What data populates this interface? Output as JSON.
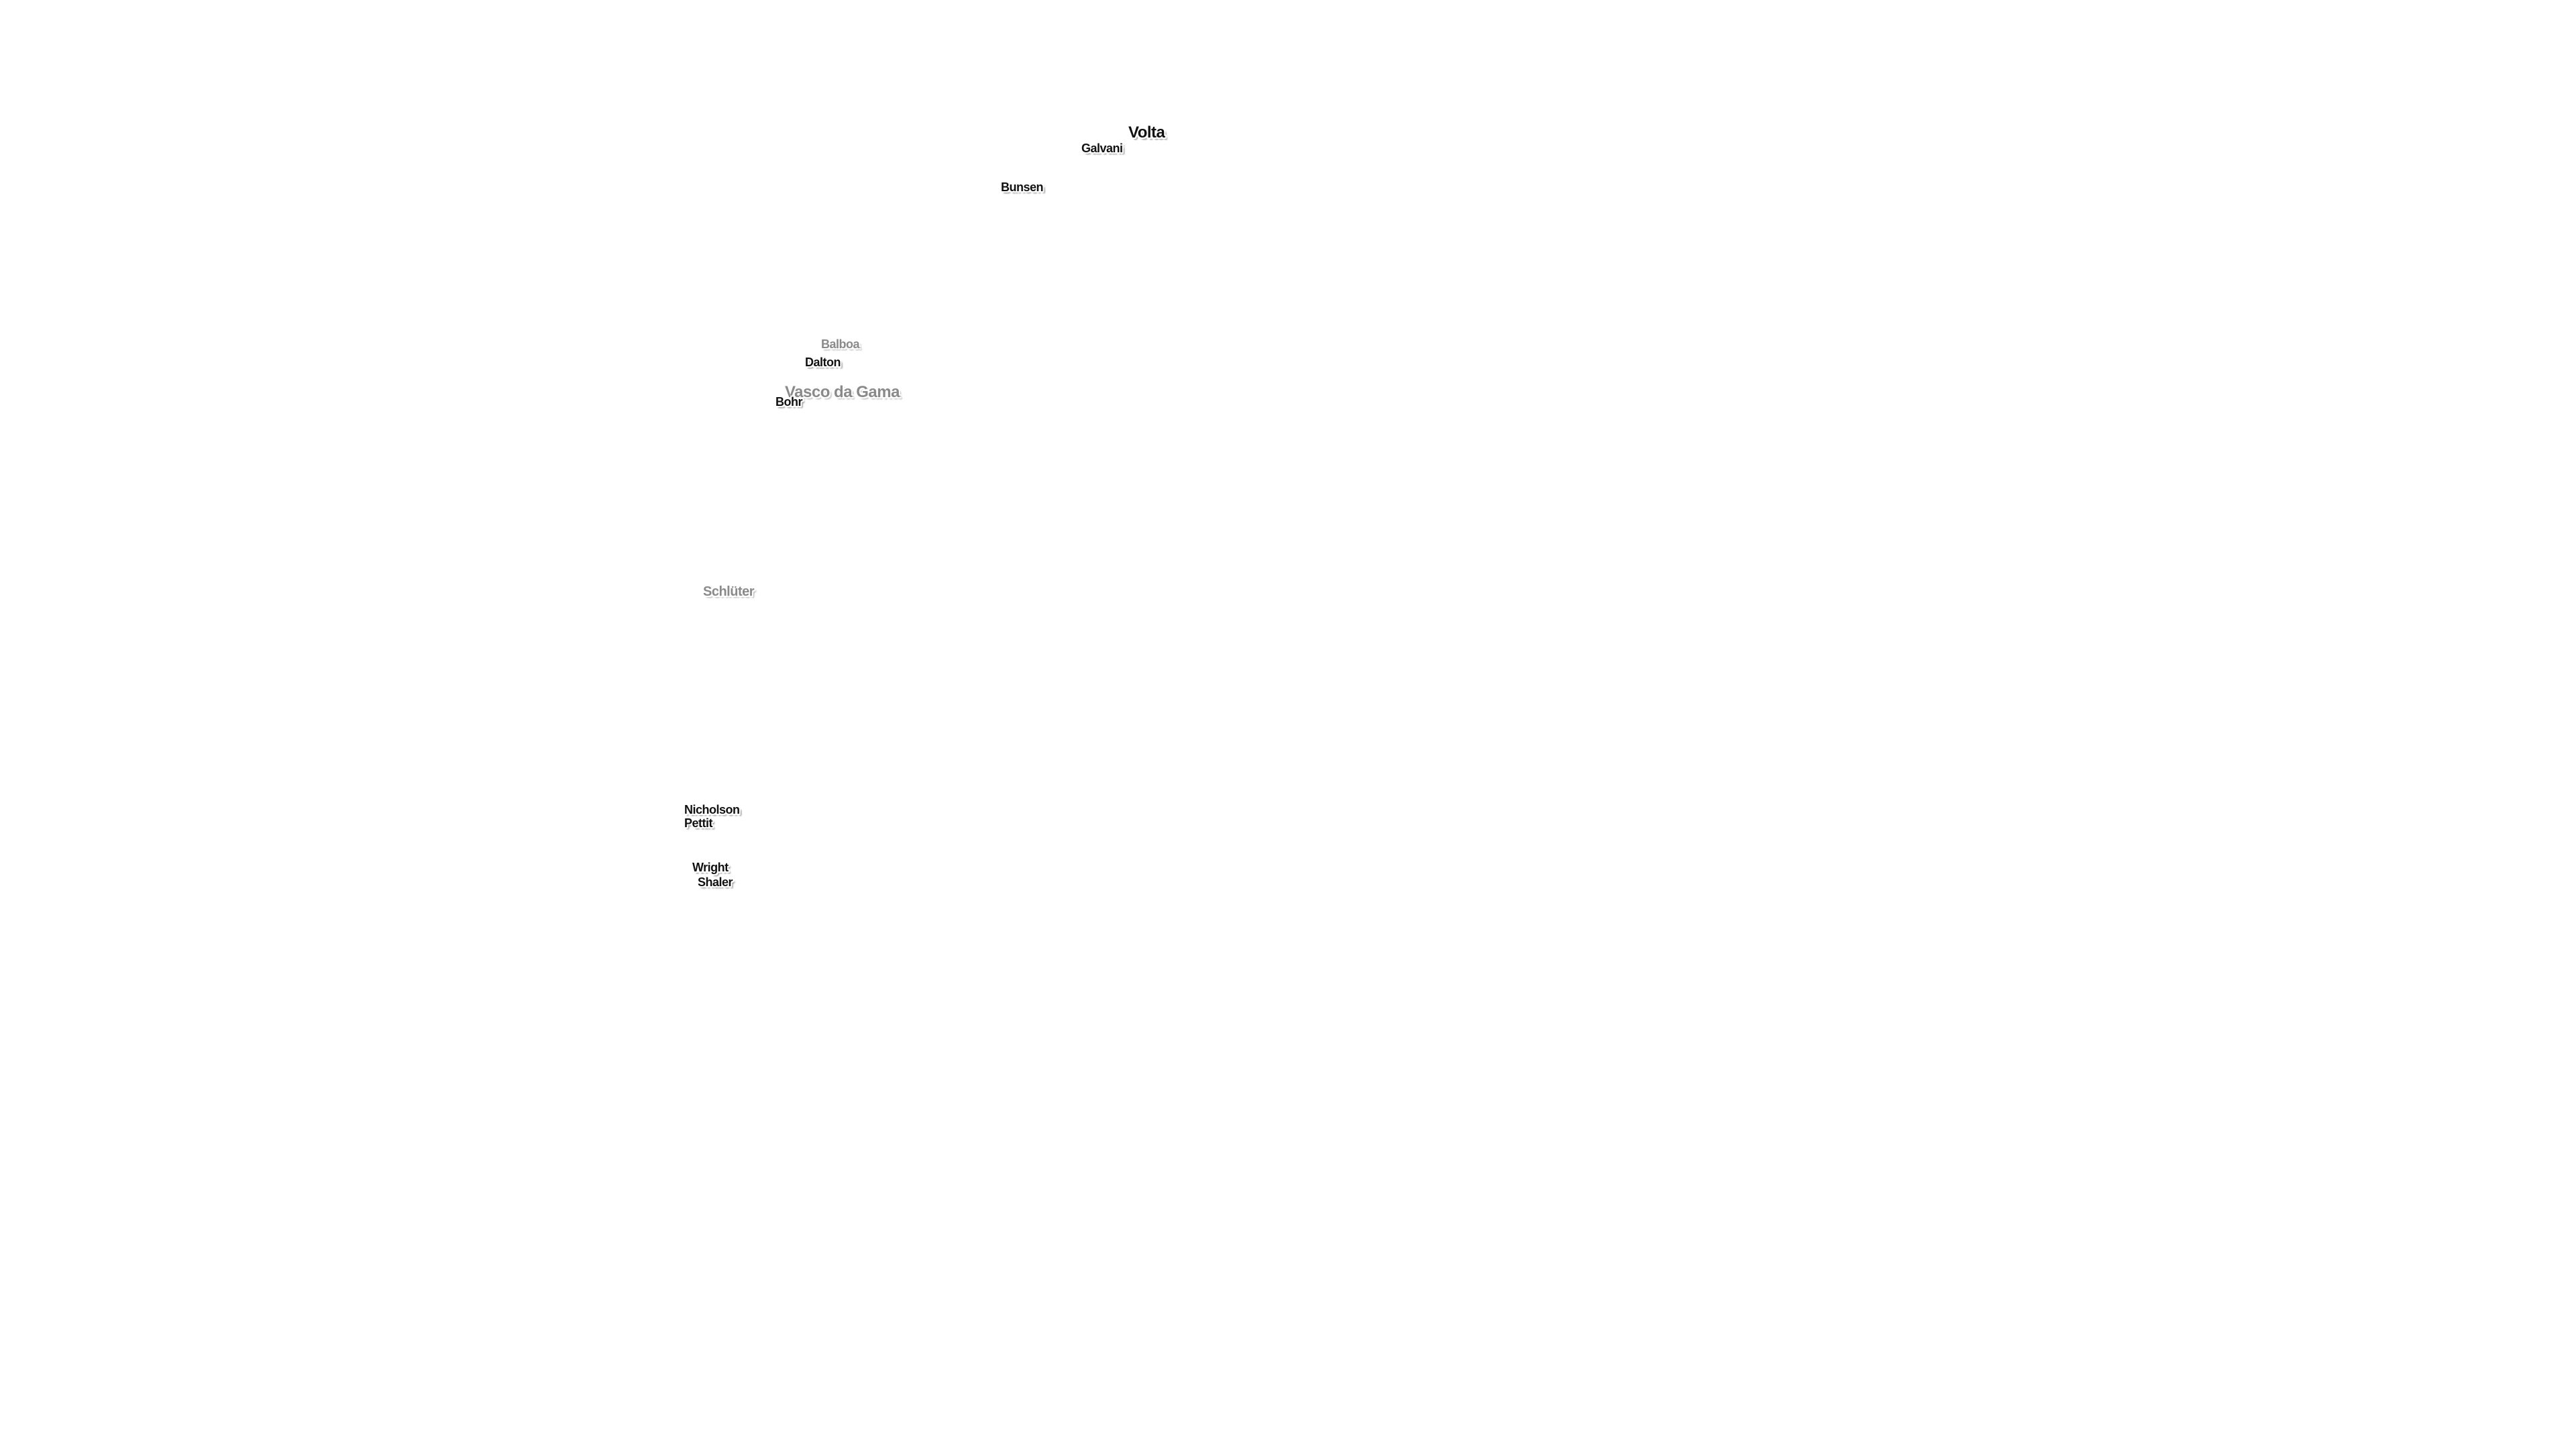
{
  "map": {
    "labels": {
      "volta": "Volta",
      "galvani": "Galvani",
      "bunsen": "Bunsen",
      "balboa": "Balboa",
      "dalton": "Dalton",
      "vasco_da_gama": "Vasco da Gama",
      "bohr": "Bohr",
      "schluter": "Schlüter",
      "nicholson": "Nicholson",
      "pettit": "Pettit",
      "wright": "Wright",
      "shaler": "Shaler"
    }
  }
}
